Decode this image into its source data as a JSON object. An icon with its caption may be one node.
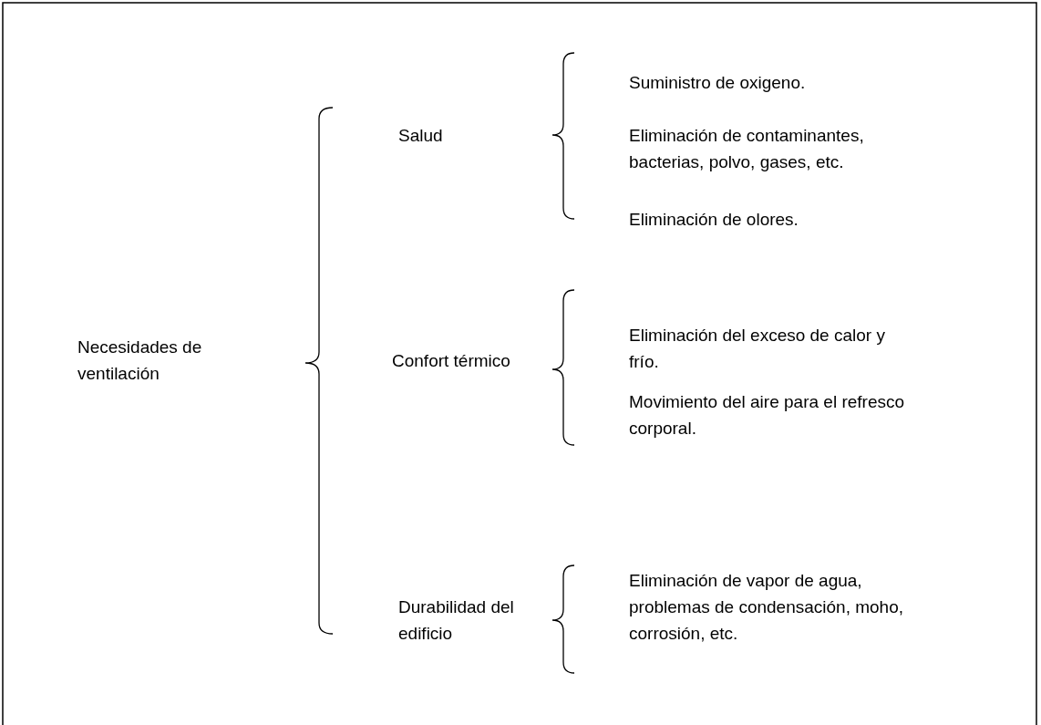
{
  "diagram": {
    "labels": [
      "Necesidades de ventilación",
      "Salud",
      "Suministro de oxigeno.",
      "Eliminación de contaminantes, bacterias, polvo, gases, etc.",
      "Eliminación de olores.",
      "Confort térmico",
      "Eliminación del exceso de calor y frío.",
      "Movimiento del aire para el refresco corporal.",
      "Durabilidad del edificio",
      "Eliminación de vapor de agua, problemas de condensación, moho, corrosión, etc."
    ]
  }
}
